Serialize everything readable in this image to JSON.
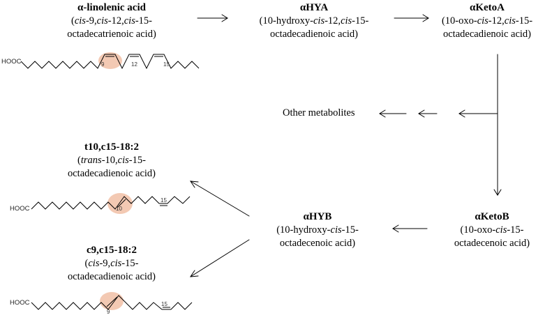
{
  "nodes": {
    "linolenic": {
      "title": "α-linolenic acid",
      "line1": {
        "a": "(",
        "b": "cis",
        "c": "-9,",
        "d": "cis",
        "e": "-12,",
        "f": "cis",
        "g": "-15-"
      },
      "line2": "octadecatrienoic acid)"
    },
    "ahya": {
      "title": "αHYA",
      "line1": {
        "a": "(10-hydroxy-",
        "b": "cis",
        "c": "-12,",
        "d": "cis",
        "e": "-15-"
      },
      "line2": "octadecadienoic acid)"
    },
    "aketoa": {
      "title": "αKetoA",
      "line1": {
        "a": "(10-oxo-",
        "b": "cis",
        "c": "-12,",
        "d": "cis",
        "e": "-15-"
      },
      "line2": "octadecadienoic acid)"
    },
    "other": {
      "label": "Other metabolites"
    },
    "t10c15": {
      "title": "t10,c15-18:2",
      "line1": {
        "a": "(",
        "b": "trans",
        "c": "-10,",
        "d": "cis",
        "e": "-15-"
      },
      "line2": "octadecadienoic acid)"
    },
    "ahyb": {
      "title": "αHYB",
      "line1": {
        "a": "(10-hydroxy-",
        "b": "cis",
        "c": "-15-"
      },
      "line2": "octadecenoic acid)"
    },
    "aketob": {
      "title": "αKetoB",
      "line1": {
        "a": "(10-oxo-",
        "b": "cis",
        "c": "-15-"
      },
      "line2": "octadecenoic acid)"
    },
    "c9c15": {
      "title": "c9,c15-18:2",
      "line1": {
        "a": "(",
        "b": "cis",
        "c": "-9,",
        "d": "cis",
        "e": "-15-"
      },
      "line2": "octadecadienoic acid)"
    }
  },
  "structures": {
    "top": {
      "hooc": "HOOC",
      "labels": [
        "9",
        "12",
        "15"
      ]
    },
    "middle": {
      "hooc": "HOOC",
      "labels": [
        "10",
        "15"
      ]
    },
    "bottom": {
      "hooc": "HOOC",
      "labels": [
        "9",
        "15"
      ]
    }
  },
  "colors": {
    "highlight": "#f3c9b3",
    "line": "#000000"
  }
}
